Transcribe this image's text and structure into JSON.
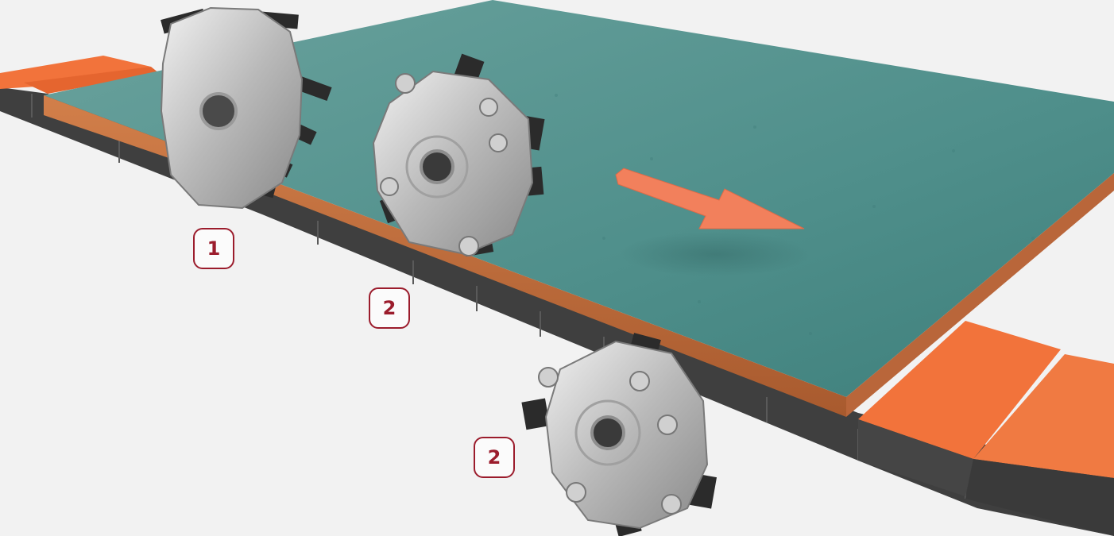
{
  "callouts": [
    {
      "id": "1",
      "label": "1"
    },
    {
      "id": "2a",
      "label": "2"
    },
    {
      "id": "2b",
      "label": "2"
    }
  ],
  "colors": {
    "background": "#f2f2f2",
    "board_top": "#4f8f8b",
    "board_edge": "#c2703e",
    "conveyor_orange": "#f2733b",
    "conveyor_dark": "#3f3f3f",
    "arrow": "#f2805c",
    "callout_accent": "#9b1c2c"
  },
  "icons": {
    "direction": "arrow-right-icon",
    "cutter": "cutter-head-icon"
  }
}
